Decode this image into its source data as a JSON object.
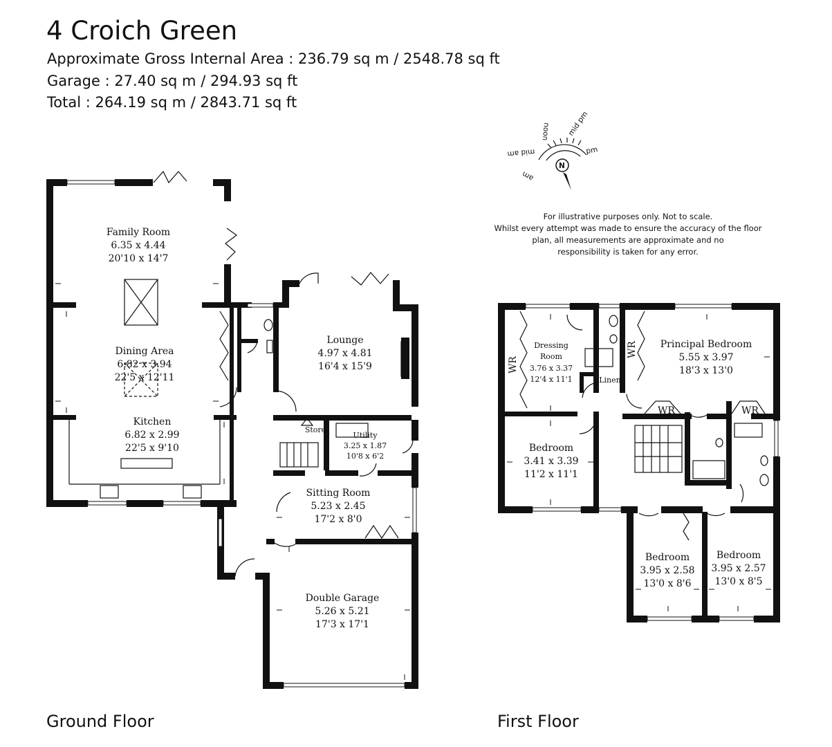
{
  "header": {
    "title": "4 Croich Green",
    "gross_area": "Approximate Gross Internal Area : 236.79 sq m / 2548.78 sq ft",
    "garage_area": "Garage : 27.40 sq m / 294.93 sq ft",
    "total_area": "Total : 264.19 sq m / 2843.71 sq ft"
  },
  "compass": {
    "labels": {
      "noon": "noon",
      "mid_pm": "mid pm",
      "pm": "pm",
      "mid_am": "mid am",
      "am": "am",
      "north": "N"
    }
  },
  "disclaimer": {
    "line1": "For illustrative purposes only. Not to scale.",
    "line2": "Whilst every attempt was made to ensure the accuracy of the floor",
    "line3": "plan, all measurements are approximate and no",
    "line4": "responsibility is taken for any error."
  },
  "ground_floor": {
    "label": "Ground Floor",
    "rooms": {
      "family_room": {
        "name": "Family Room",
        "metric": "6.35 x 4.44",
        "imperial": "20'10 x 14'7"
      },
      "dining_area": {
        "name": "Dining Area",
        "metric": "6.82 x 3.94",
        "imperial": "22'5 x 12'11"
      },
      "kitchen": {
        "name": "Kitchen",
        "metric": "6.82 x 2.99",
        "imperial": "22'5 x 9'10"
      },
      "lounge": {
        "name": "Lounge",
        "metric": "4.97 x 4.81",
        "imperial": "16'4 x 15'9"
      },
      "store": {
        "name": "Store"
      },
      "utility": {
        "name": "Utility",
        "metric": "3.25 x 1.87",
        "imperial": "10'8 x 6'2"
      },
      "sitting_room": {
        "name": "Sitting Room",
        "metric": "5.23 x 2.45",
        "imperial": "17'2 x 8'0"
      },
      "double_garage": {
        "name": "Double Garage",
        "metric": "5.26 x 5.21",
        "imperial": "17'3 x 17'1"
      }
    }
  },
  "first_floor": {
    "label": "First Floor",
    "rooms": {
      "dressing_room": {
        "name1": "Dressing",
        "name2": "Room",
        "metric": "3.76 x 3.37",
        "imperial": "12'4 x 11'1"
      },
      "principal_bedroom": {
        "name": "Principal Bedroom",
        "metric": "5.55 x 3.97",
        "imperial": "18'3 x 13'0"
      },
      "linen": {
        "name": "Linen"
      },
      "wr": "WR",
      "bedroom_2": {
        "name": "Bedroom",
        "metric": "3.41 x 3.39",
        "imperial": "11'2 x 11'1"
      },
      "bedroom_3": {
        "name": "Bedroom",
        "metric": "3.95 x 2.58",
        "imperial": "13'0 x 8'6"
      },
      "bedroom_4": {
        "name": "Bedroom",
        "metric": "3.95 x 2.57",
        "imperial": "13'0 x 8'5"
      }
    }
  }
}
